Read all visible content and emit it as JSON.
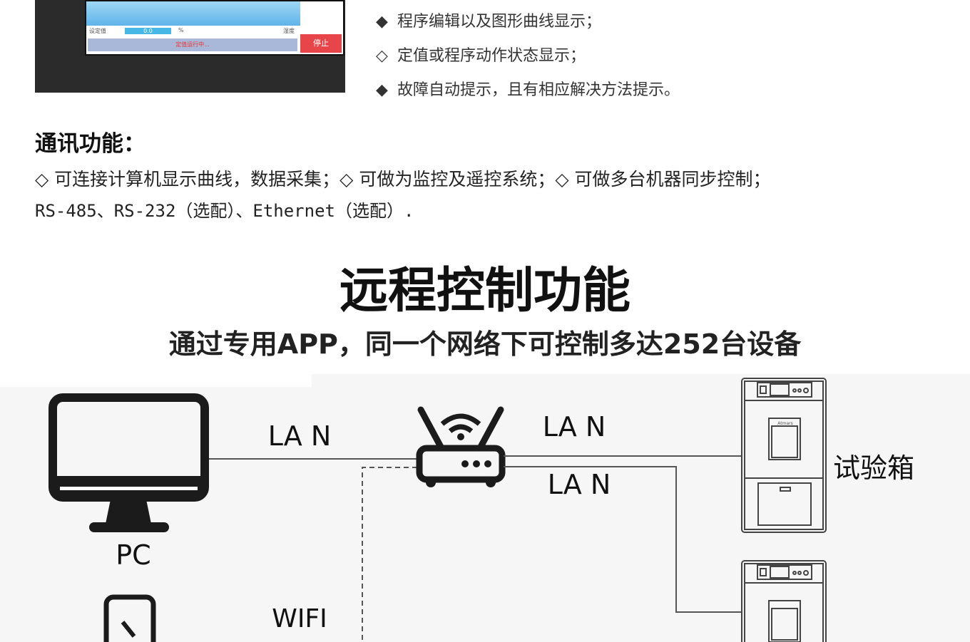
{
  "controller_screen": {
    "setpoint_label": "设定值",
    "setpoint_value": "0.0",
    "unit": "%",
    "humidity_label": "湿度",
    "status": "定值运行中...",
    "stop_button": "停止"
  },
  "features": [
    {
      "icon": "filled-diamond",
      "glyph": "◆",
      "text": "程序编辑以及图形曲线显示；"
    },
    {
      "icon": "hollow-diamond",
      "glyph": "◇",
      "text": "定值或程序动作状态显示；"
    },
    {
      "icon": "filled-diamond",
      "glyph": "◆",
      "text": "故障自动提示，且有相应解决方法提示。"
    }
  ],
  "communication": {
    "heading": "通讯功能：",
    "line1": "◇ 可连接计算机显示曲线，数据采集；◇ 可做为监控及遥控系统；◇ 可做多台机器同步控制；",
    "line2": "RS-485、RS-232（选配）、Ethernet（选配）."
  },
  "remote": {
    "title": "远程控制功能",
    "subtitle": "通过专用APP，同一个网络下可控制多达252台设备"
  },
  "diagram": {
    "pc_label": "PC",
    "lan_pc": "LA N",
    "lan_top": "LA N",
    "lan_bottom": "LA N",
    "wifi": "WIFI",
    "chamber_label": "试验箱",
    "chamber_brand": "Atmars"
  }
}
